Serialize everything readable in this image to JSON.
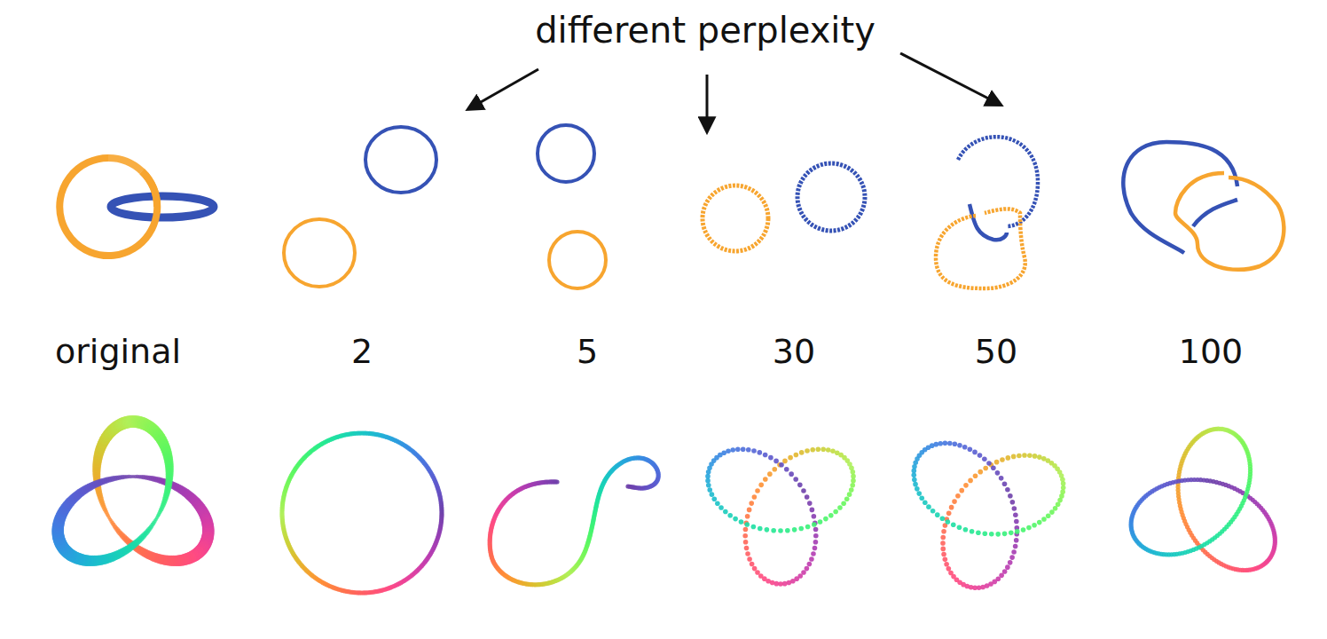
{
  "diagram": {
    "labels": [
      "different perplexity",
      "original",
      "2",
      "5",
      "30",
      "50",
      "100"
    ]
  }
}
